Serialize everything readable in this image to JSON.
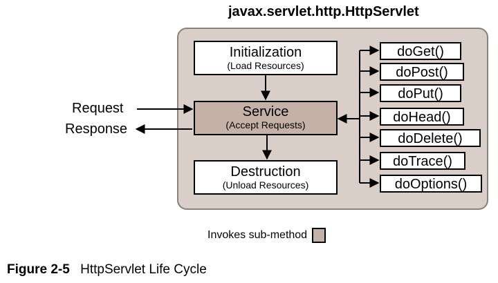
{
  "diagram": {
    "class_title": "javax.servlet.http.HttpServlet",
    "initialization": {
      "title": "Initialization",
      "subtitle": "(Load Resources)"
    },
    "service": {
      "title": "Service",
      "subtitle": "(Accept Requests)"
    },
    "destruction": {
      "title": "Destruction",
      "subtitle": "(Unload Resources)"
    },
    "request_label": "Request",
    "response_label": "Response",
    "methods": [
      "doGet()",
      "doPost()",
      "doPut()",
      "doHead()",
      "doDelete()",
      "doTrace()",
      "doOptions()"
    ],
    "legend_text": "Invokes sub-method",
    "colors": {
      "container": "#d9cfc8",
      "service": "#c4b2a8",
      "legend_swatch": "#c4b2a8"
    }
  },
  "caption": {
    "label": "Figure 2-5",
    "text": "HttpServlet Life Cycle"
  }
}
